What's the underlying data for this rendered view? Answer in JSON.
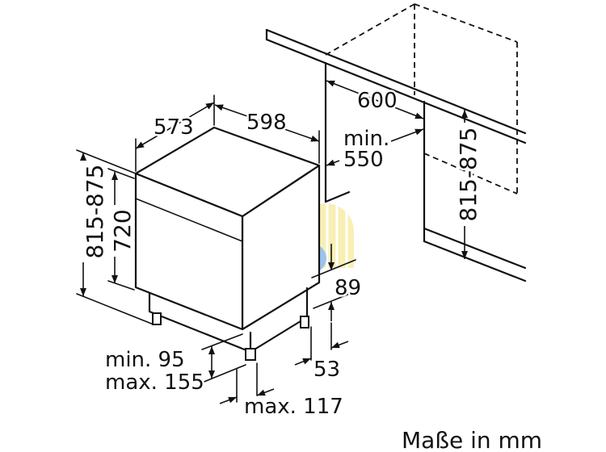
{
  "dimensions": {
    "depth": "573",
    "width": "598",
    "niche_width": "600",
    "niche_depth_prefix": "min.",
    "niche_depth": "550",
    "height_left": "815-875",
    "body_height": "720",
    "niche_height": "815-875",
    "plinth_height": "89",
    "foot_min": "min. 95",
    "foot_max": "max. 155",
    "plinth_setback": "53",
    "plinth_max": "max. 117"
  },
  "footer": {
    "units_note": "Maße in mm"
  },
  "colors": {
    "line": "#111111",
    "watermark_blue": "#5b9bd5",
    "watermark_yellow": "#f3e27a"
  }
}
